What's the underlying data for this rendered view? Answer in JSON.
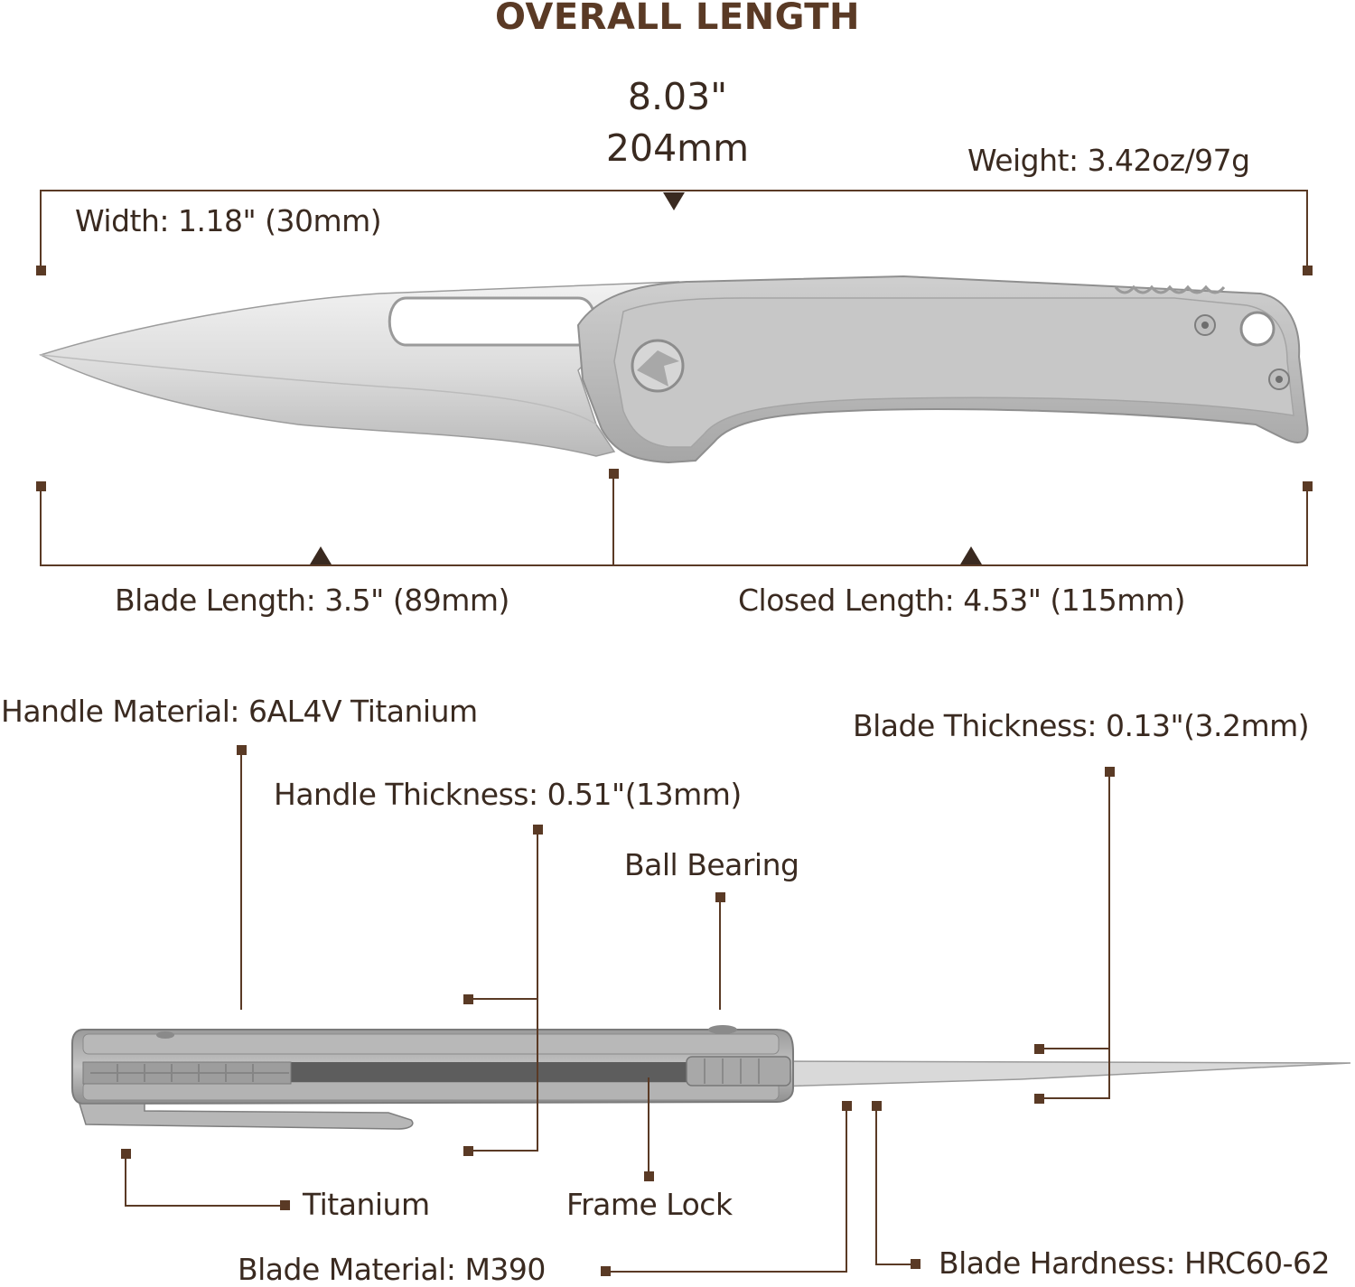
{
  "title": "OVERALL LENGTH",
  "overall": {
    "inches": "8.03\"",
    "mm": "204mm"
  },
  "specs": {
    "weight": "Weight: 3.42oz/97g",
    "width": "Width: 1.18\" (30mm)",
    "blade_length": "Blade Length: 3.5\" (89mm)",
    "closed_length": "Closed Length: 4.53\" (115mm)",
    "handle_material": "Handle Material: 6AL4V Titanium",
    "handle_thickness": "Handle Thickness: 0.51\"(13mm)",
    "ball_bearing": "Ball Bearing",
    "blade_thickness": "Blade Thickness: 0.13\"(3.2mm)",
    "titanium": "Titanium",
    "frame_lock": "Frame Lock",
    "blade_material": "Blade Material: M390",
    "blade_hardness": "Blade Hardness: HRC60-62"
  },
  "colors": {
    "line": "#5a3a25",
    "text": "#3a2a20",
    "steel": "#c9c9c9"
  }
}
